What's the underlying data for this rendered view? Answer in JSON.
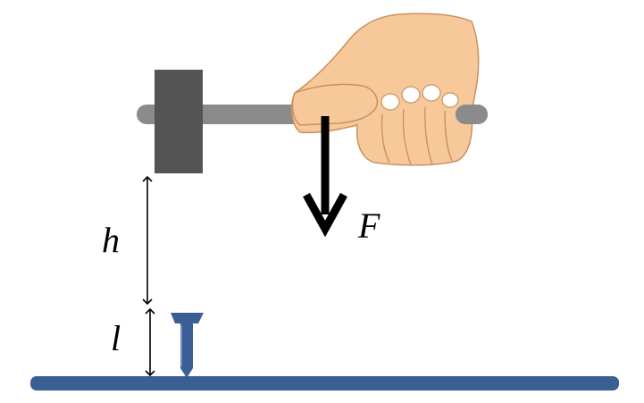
{
  "labels": {
    "force": "F",
    "height": "h",
    "nail_length": "l"
  },
  "colors": {
    "board": "#3B5E95",
    "nail": "#3B5E95",
    "hammer_head": "#545454",
    "handle": "#8B8B8B",
    "skin": "#F7C99A",
    "skin_outline": "#C9925F",
    "arrow": "#000000"
  },
  "icons": [
    "hammer-head",
    "hammer-handle",
    "hand",
    "nail",
    "board",
    "force-arrow",
    "height-dimension-arrow",
    "nail-length-dimension-arrow"
  ]
}
